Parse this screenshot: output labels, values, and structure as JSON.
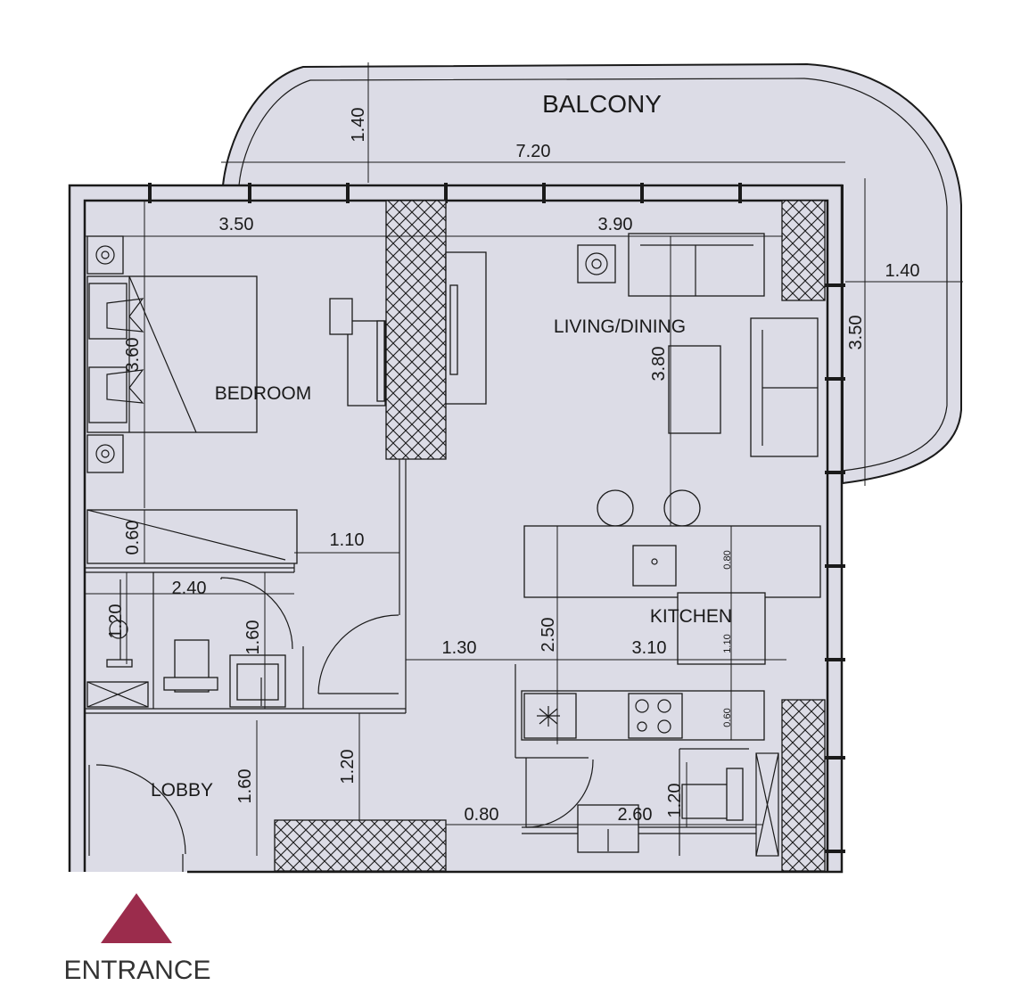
{
  "rooms": {
    "balcony": "BALCONY",
    "bedroom": "BEDROOM",
    "living": "LIVING/DINING",
    "kitchen": "KITCHEN",
    "lobby": "LOBBY"
  },
  "dimensions": {
    "balcony_depth": "1.40",
    "balcony_width": "7.20",
    "balcony_side_depth": "1.40",
    "side_length": "3.50",
    "bedroom_width": "3.50",
    "living_width": "3.90",
    "bedroom_depth": "3.60",
    "living_depth": "3.80",
    "closet_depth": "0.60",
    "hall_width": "1.10",
    "bath_width": "2.40",
    "bath_depth_a": "1.20",
    "bath_depth_b": "1.60",
    "kitchen_depth": "2.50",
    "corridor_width": "1.30",
    "kitchen_width": "3.10",
    "island_depth": "0.80",
    "aisle_width": "1.10",
    "counter_depth": "0.60",
    "lobby_depth": "1.60",
    "lobby_corridor": "1.20",
    "door_width": "0.80",
    "wc_width": "2.60",
    "wc_depth": "1.20"
  },
  "entrance": {
    "label": "ENTRANCE",
    "color": "#9b2c4c"
  },
  "colors": {
    "floor": "#dcdce6",
    "line": "#1a1a1a"
  }
}
